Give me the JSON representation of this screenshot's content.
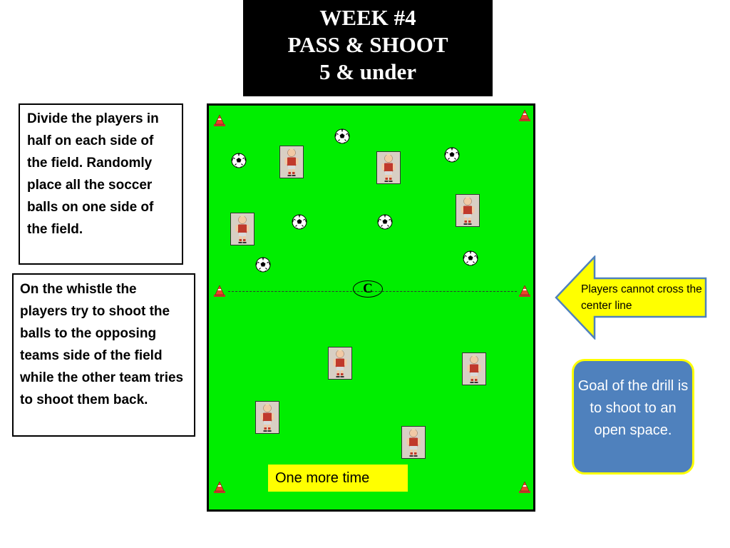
{
  "title": {
    "line1": "WEEK #4",
    "line2": "PASS & SHOOT",
    "line3": "5 & under"
  },
  "notes": {
    "setup": "Divide the players in half on each side of the field. Randomly place all the soccer balls on one side of the field.",
    "whistle": "On the whistle the players try to shoot the balls to the opposing teams side of the field while the other team tries to shoot them back."
  },
  "field": {
    "center_label": "C",
    "bottom_note": "One more time"
  },
  "callouts": {
    "arrow_text": "Players cannot cross the center line",
    "goal_text": "Goal of the drill is to shoot to an open space."
  },
  "colors": {
    "field": "#00ee00",
    "cone": "#e8452c",
    "arrow_fill": "#ffff00",
    "arrow_border": "#4f81bd",
    "goal_fill": "#4f81bd",
    "goal_border": "#ffff00",
    "jersey": "#c0392b"
  },
  "icons": {
    "cone": "traffic-cone-icon",
    "ball": "soccer-ball-icon",
    "player": "player-figure-icon"
  }
}
